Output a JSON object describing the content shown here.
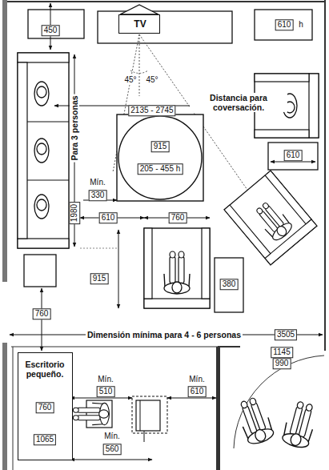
{
  "diagram": {
    "nodes": [
      {
        "text": [
          "TV"
        ]
      },
      {
        "text": [
          "915",
          "205 - 455 h"
        ]
      },
      {
        "text": [
          "Escritorio pequeño.",
          "760",
          "1065"
        ]
      }
    ],
    "labels": [
      "450",
      "610",
      "h",
      "45°",
      "45°",
      "2135 - 2745",
      "Distancia para coversación.",
      "1980",
      "Para 3 personas",
      "610",
      "Mín.",
      "330",
      "610",
      "760",
      "915",
      "380",
      "760",
      "Dimensión mínima para 4 - 6 personas",
      "3505",
      "1145",
      "990",
      "Mín.",
      "510",
      "Mín.",
      "610",
      "Mín.",
      "560"
    ]
  }
}
